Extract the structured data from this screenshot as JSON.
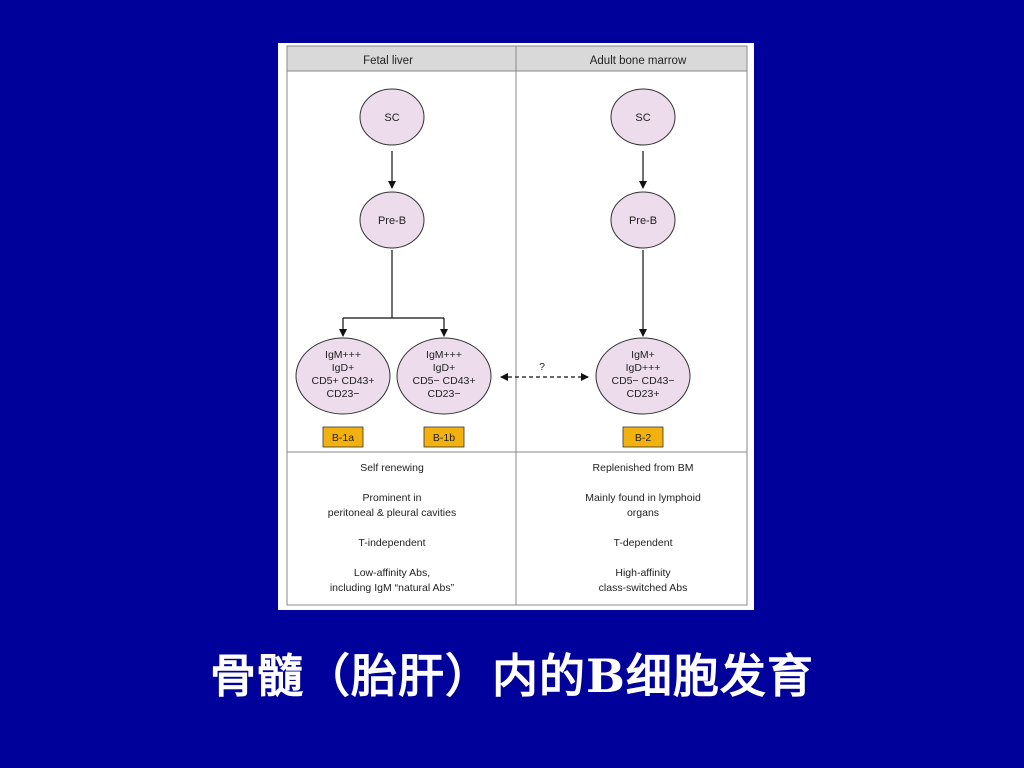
{
  "figure": {
    "columns": [
      "Fetal liver",
      "Adult bone marrow"
    ],
    "cells": {
      "sc": "SC",
      "preb": "Pre-B",
      "b1a": [
        "IgM+++",
        "IgD+",
        "CD5+ CD43+",
        "CD23−"
      ],
      "b1b": [
        "IgM+++",
        "IgD+",
        "CD5− CD43+",
        "CD23−"
      ],
      "b2": [
        "IgM+",
        "IgD+++",
        "CD5− CD43−",
        "CD23+"
      ]
    },
    "labels": {
      "b1a": "B-1a",
      "b1b": "B-1b",
      "b2": "B-2"
    },
    "question_mark": "?",
    "colors": {
      "cell_fill": "#ecdcec",
      "label_fill": "#f2b10e",
      "header_fill": "#d9d9d9",
      "background": "#00009a"
    },
    "properties": {
      "left": [
        "Self renewing",
        "Prominent in",
        "peritoneal & pleural cavities",
        "T-independent",
        "Low-affinity Abs,",
        "including IgM “natural Abs”"
      ],
      "right": [
        "Replenished from BM",
        "Mainly found in lymphoid",
        "organs",
        "T-dependent",
        "High-affinity",
        "class-switched Abs"
      ]
    }
  },
  "caption": "骨髓（胎肝）内的B细胞发育"
}
